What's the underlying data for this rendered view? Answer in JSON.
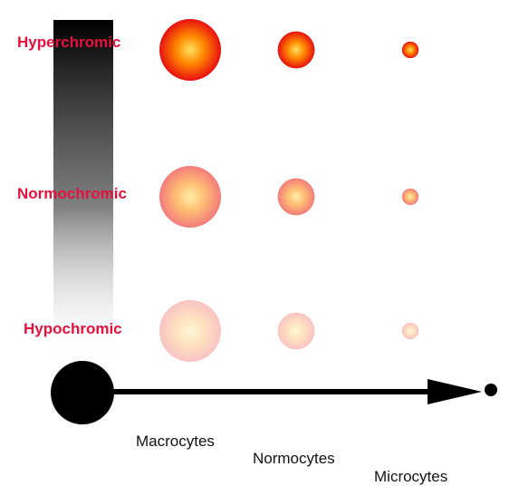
{
  "colors": {
    "label_red": "#e8103c",
    "cell_core": "#ffe060",
    "cell_mid": "#ff8a00",
    "cell_edge": "#e81010",
    "arrow": "#000000"
  },
  "rows": [
    {
      "label": "Hyperchromic",
      "intensity": 1.0
    },
    {
      "label": "Normochromic",
      "intensity": 0.55
    },
    {
      "label": "Hypochromic",
      "intensity": 0.25
    }
  ],
  "columns": [
    {
      "label": "Macrocytes",
      "size": 1.0
    },
    {
      "label": "Normocytes",
      "size": 0.6
    },
    {
      "label": "Microcytes",
      "size": 0.27
    }
  ]
}
